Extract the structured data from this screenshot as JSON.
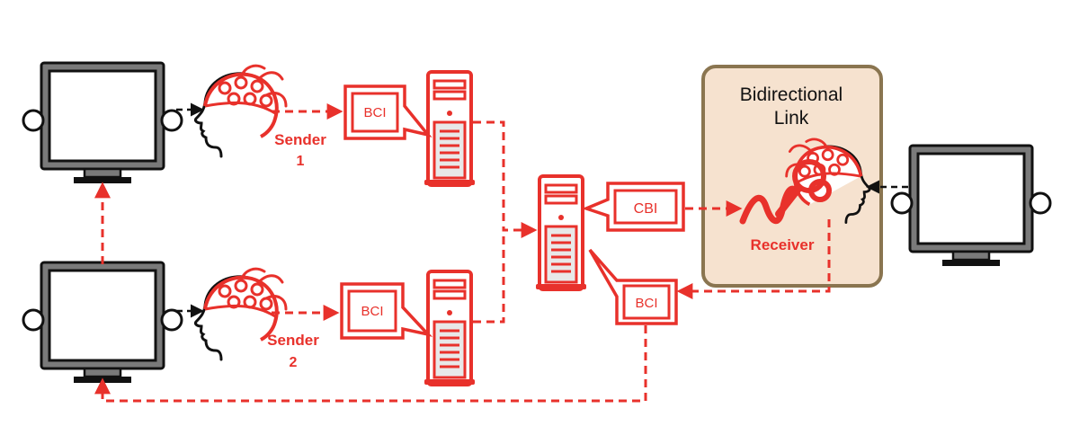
{
  "colors": {
    "accent": "#e8312b",
    "dark": "#111111",
    "monitor_gray": "#7a7a7a",
    "receiver_box_fill": "#f6e2cf",
    "receiver_box_border": "#8a7550",
    "panel_fill": "#e8e8e8"
  },
  "labels": {
    "sender1_name": "Sender",
    "sender1_num": "1",
    "sender2_name": "Sender",
    "sender2_num": "2",
    "bci_top": "BCI",
    "bci_bottom": "BCI",
    "cbi": "CBI",
    "bci_right": "BCI",
    "link_title_line1": "Bidirectional",
    "link_title_line2": "Link",
    "receiver": "Receiver"
  },
  "icons": [
    "monitor-icon",
    "eeg-head-icon",
    "tower-computer-icon",
    "tms-coil-icon"
  ]
}
